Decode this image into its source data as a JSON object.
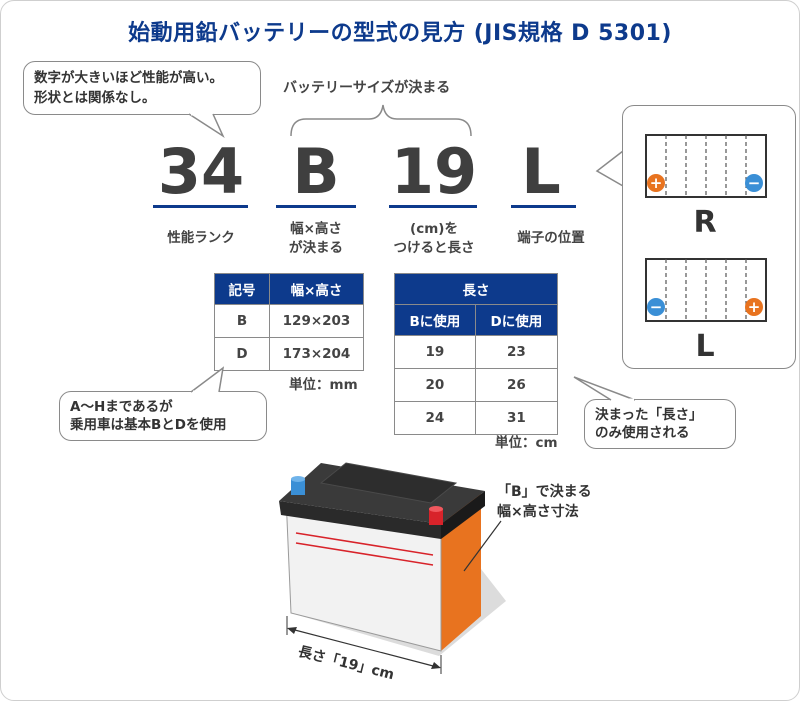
{
  "title": "始動用鉛バッテリーの型式の見方 (JIS規格 D 5301)",
  "bubble_top": {
    "line1": "数字が大きいほど性能が高い。",
    "line2": "形状とは関係なし。"
  },
  "battery_size_label": "バッテリーサイズが決まる",
  "code": {
    "rank": {
      "value": "34",
      "label": "性能ランク"
    },
    "size": {
      "value": "B",
      "label_line1": "幅×高さ",
      "label_line2": "が決まる"
    },
    "length": {
      "value": "19",
      "label_line1": "(cm)を",
      "label_line2": "つけると長さ"
    },
    "terminal": {
      "value": "L",
      "label": "端子の位置"
    }
  },
  "table_size": {
    "headers": [
      "記号",
      "幅×高さ"
    ],
    "rows": [
      [
        "B",
        "129×203"
      ],
      [
        "D",
        "173×204"
      ]
    ],
    "unit": "単位：mm"
  },
  "table_length": {
    "header": "長さ",
    "subheaders": [
      "Bに使用",
      "Dに使用"
    ],
    "rows": [
      [
        "19",
        "23"
      ],
      [
        "20",
        "26"
      ],
      [
        "24",
        "31"
      ]
    ],
    "unit": "単位：cm"
  },
  "bubble_ah": {
    "line1": "A〜Hまであるが",
    "line2": "乗用車は基本BとDを使用"
  },
  "bubble_length": {
    "line1": "決まった「長さ」",
    "line2": "のみ使用される"
  },
  "terminal_panel": {
    "r_label": "R",
    "l_label": "L",
    "plus_symbol": "+",
    "minus_symbol": "−"
  },
  "battery_callout": {
    "line1": "「B」で決まる",
    "line2": "幅×高さ寸法"
  },
  "length_dimension_label": "長さ「19」cm",
  "colors": {
    "navy": "#0d3a8c",
    "orange": "#e8731f",
    "blue_terminal": "#3a8fd6",
    "red_terminal": "#d8232a"
  }
}
